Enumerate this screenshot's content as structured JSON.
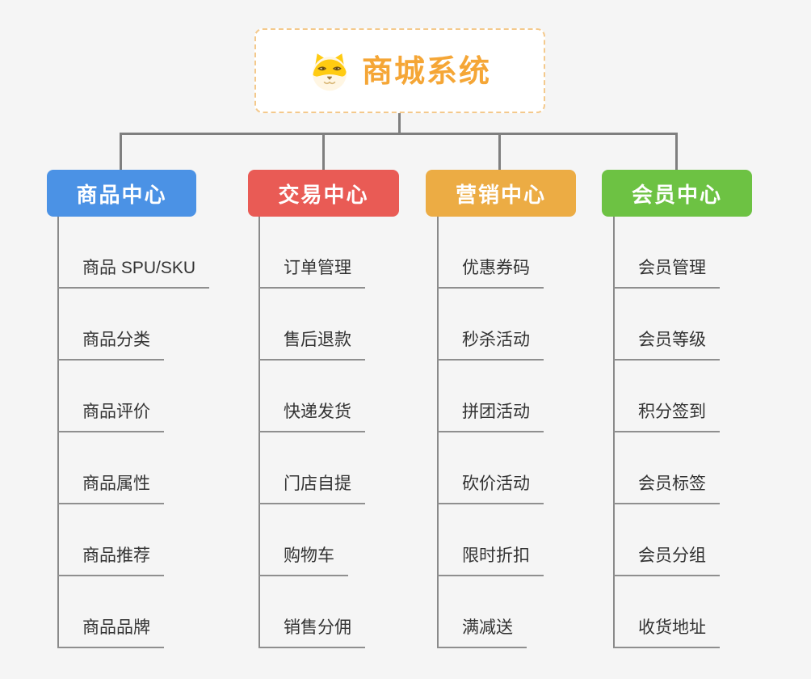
{
  "root": {
    "title": "商城系统",
    "icon": "shiba-dog-icon"
  },
  "colors": {
    "background": "#f5f5f5",
    "root_border": "#f4c98c",
    "root_title": "#f5a636",
    "connector_gray": "#7f7f7f",
    "item_underline": "#8f8f8f",
    "item_text": "#333333"
  },
  "branches": [
    {
      "label": "商品中心",
      "color": "#4b92e5",
      "items": [
        "商品 SPU/SKU",
        "商品分类",
        "商品评价",
        "商品属性",
        "商品推荐",
        "商品品牌"
      ]
    },
    {
      "label": "交易中心",
      "color": "#e95b55",
      "items": [
        "订单管理",
        "售后退款",
        "快递发货",
        "门店自提",
        "购物车",
        "销售分佣"
      ]
    },
    {
      "label": "营销中心",
      "color": "#ecac44",
      "items": [
        "优惠券码",
        "秒杀活动",
        "拼团活动",
        "砍价活动",
        "限时折扣",
        "满减送"
      ]
    },
    {
      "label": "会员中心",
      "color": "#6dc243",
      "items": [
        "会员管理",
        "会员等级",
        "积分签到",
        "会员标签",
        "会员分组",
        "收货地址"
      ]
    }
  ]
}
